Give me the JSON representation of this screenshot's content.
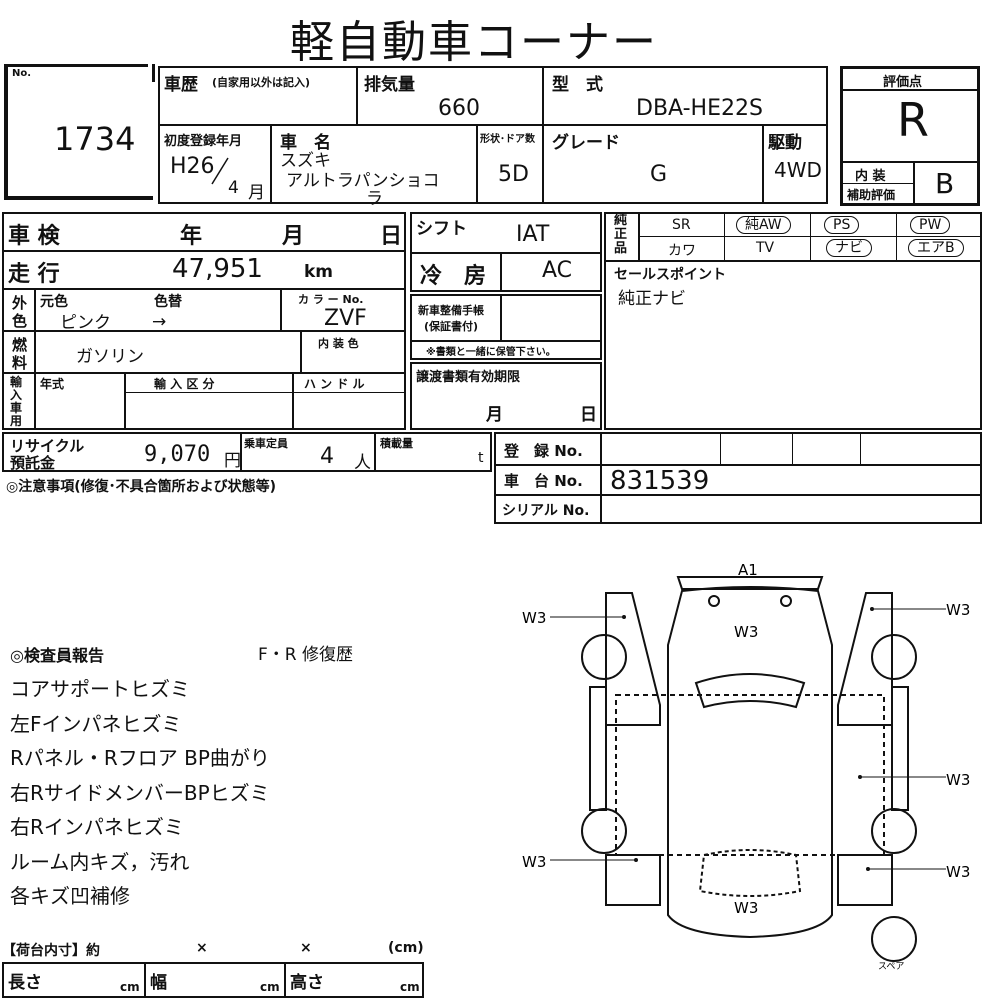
{
  "title": "軽自動車コーナー",
  "lot": {
    "no_label": "No.",
    "number": "1734"
  },
  "history": {
    "label": "車歴",
    "note": "(自家用以外は記入)",
    "value": ""
  },
  "displacement": {
    "label": "排気量",
    "value": "660"
  },
  "model_type": {
    "label": "型　式",
    "value": "DBA-HE22S"
  },
  "rating": {
    "label": "評価点",
    "value": "R",
    "interior_label_1": "内 装",
    "interior_label_2": "補助評価",
    "interior_value": "B"
  },
  "first_reg": {
    "label": "初度登録年月",
    "era": "H26",
    "month": "4",
    "month_unit": "月"
  },
  "car_name": {
    "label": "車　名",
    "maker": "スズキ",
    "name_line1": "アルトラパンショコ",
    "name_line2": "ラ"
  },
  "doors": {
    "label": "形状･ドア数",
    "value": "5D"
  },
  "grade": {
    "label": "グレード",
    "value": "G"
  },
  "drive": {
    "label": "駆動",
    "value": "4WD"
  },
  "inspection": {
    "label": "車 検",
    "year": "年",
    "month": "月",
    "day": "日"
  },
  "shift": {
    "label": "シフト",
    "value": "IAT"
  },
  "equipment": {
    "label": [
      "純",
      "正",
      "品"
    ],
    "row1": [
      "SR",
      "純AW",
      "PS",
      "PW"
    ],
    "row2": [
      "カワ",
      "TV",
      "ナビ",
      "エアB"
    ]
  },
  "mileage": {
    "label": "走 行",
    "value": "47,951",
    "unit": "km"
  },
  "ac": {
    "label": "冷　房",
    "value": "AC"
  },
  "sales_point": {
    "label": "セールスポイント",
    "value": "純正ナビ"
  },
  "color": {
    "side": [
      "外",
      "色"
    ],
    "orig_label": "元色",
    "change_label": "色替",
    "orig_value": "ピンク",
    "arrow": "→",
    "code_label": "カ ラ ー No.",
    "code_value": "ZVF",
    "interior_label": "内 装 色"
  },
  "warranty": {
    "label_1": "新車整備手帳",
    "label_2": "(保証書付)",
    "note": "※書類と一緒に保管下さい。"
  },
  "fuel": {
    "side": [
      "燃",
      "料"
    ],
    "value": "ガソリン"
  },
  "import": {
    "side": [
      "輸",
      "入",
      "車",
      "用"
    ],
    "year_label": "年式",
    "division_label": "輸 入 区 分",
    "handle_label": "ハ ン ド ル"
  },
  "transfer": {
    "label": "譲渡書類有効期限",
    "month": "月",
    "day": "日"
  },
  "recycle": {
    "label_1": "リサイクル",
    "label_2": "預託金",
    "value": "9,070",
    "unit": "円"
  },
  "capacity": {
    "label": "乗車定員",
    "value": "4",
    "unit": "人"
  },
  "load": {
    "label": "積載量",
    "unit": "t"
  },
  "registration": {
    "label": "登　録 No."
  },
  "chassis": {
    "label": "車　台 No.",
    "value": "831539"
  },
  "serial": {
    "label": "シリアル No."
  },
  "notes": {
    "label": "◎注意事項(修復･不具合箇所および状態等)"
  },
  "inspector": {
    "label": "◎検査員報告",
    "repair": "F・R 修復歴",
    "items": [
      "コアサポートヒズミ",
      "左Fインパネヒズミ",
      "Rパネル・Rフロア BP曲がり",
      "右RサイドメンバーBPヒズミ",
      "右Rインパネヒズミ",
      "ルーム内キズ，汚れ",
      "各キズ凹補修"
    ]
  },
  "cargo": {
    "label": "【荷台内寸】約",
    "x1": "×",
    "x2": "×",
    "unit": "(cm)",
    "length": "長さ",
    "width": "幅",
    "height": "高さ",
    "cm": "cm"
  },
  "diagram": {
    "front": "A1",
    "hood": "W3",
    "tail": "W3",
    "left_front": "W3",
    "right_front": "W3",
    "right_mid": "W3",
    "left_rear": "W3",
    "right_rear": "W3",
    "spare": "スペア"
  }
}
